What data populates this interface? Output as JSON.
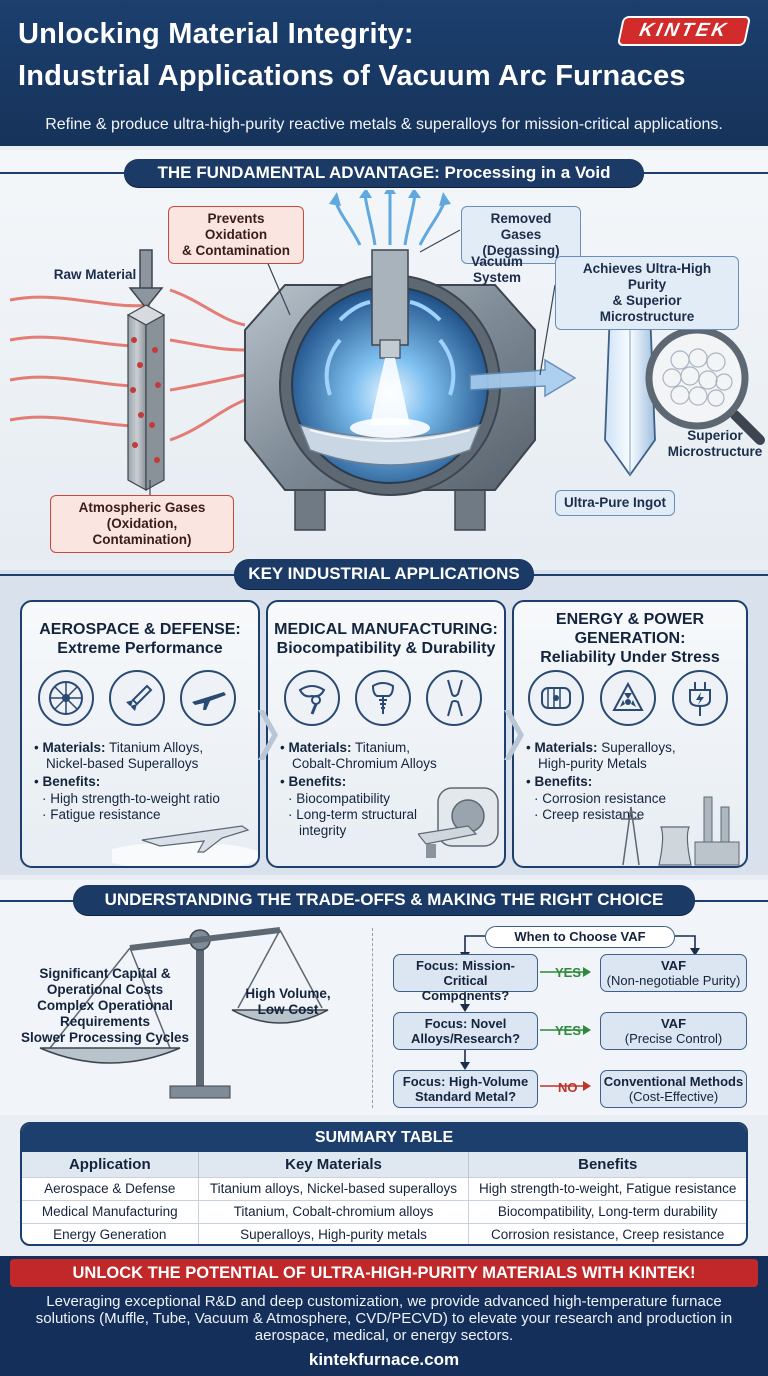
{
  "header": {
    "title_line1": "Unlocking Material Integrity:",
    "title_line2": "Industrial Applications of Vacuum Arc Furnaces",
    "brand": "KINTEK",
    "subtitle": "Refine & produce ultra-high-purity reactive metals & superalloys for mission-critical applications."
  },
  "advantage": {
    "banner": "THE FUNDAMENTAL ADVANTAGE: Processing in a Void",
    "prevents_line1": "Prevents Oxidation",
    "prevents_line2": "& Contamination",
    "removed_line1": "Removed Gases",
    "removed_line2": "(Degassing)",
    "vacuum_line1": "Vacuum",
    "vacuum_line2": "System",
    "raw_material": "Raw Material",
    "purity_line1": "Achieves Ultra-High Purity",
    "purity_line2": "& Superior Microstructure",
    "micro_line1": "Superior",
    "micro_line2": "Microstructure",
    "atmos_line1": "Atmospheric Gases",
    "atmos_line2": "(Oxidation, Contamination)",
    "ingot": "Ultra-Pure Ingot"
  },
  "applications": {
    "banner": "KEY INDUSTRIAL APPLICATIONS",
    "cards": [
      {
        "title_line1": "AEROSPACE & DEFENSE:",
        "title_line2": "Extreme Performance",
        "title_line3": "",
        "icons": [
          "turbine-icon",
          "rocket-icon",
          "jet-icon"
        ],
        "materials_label": "Materials:",
        "materials_line1": "Titanium Alloys,",
        "materials_line2": "Nickel-based Superalloys",
        "benefits_label": "Benefits:",
        "benefit1": "High strength-to-weight ratio",
        "benefit2": "Fatigue resistance",
        "benefit2b": ""
      },
      {
        "title_line1": "MEDICAL MANUFACTURING:",
        "title_line2": "Biocompatibility & Durability",
        "title_line3": "",
        "icons": [
          "hip-joint-icon",
          "dental-implant-icon",
          "knee-joint-icon"
        ],
        "materials_label": "Materials:",
        "materials_line1": "Titanium,",
        "materials_line2": "Cobalt-Chromium Alloys",
        "benefits_label": "Benefits:",
        "benefit1": "Biocompatibility",
        "benefit2": "Long-term structural",
        "benefit2b": "integrity"
      },
      {
        "title_line1": "ENERGY & POWER",
        "title_line2": "GENERATION:",
        "title_line3": "Reliability Under Stress",
        "icons": [
          "generator-icon",
          "nuclear-icon",
          "power-plug-icon"
        ],
        "materials_label": "Materials:",
        "materials_line1": "Superalloys,",
        "materials_line2": "High-purity Metals",
        "benefits_label": "Benefits:",
        "benefit1": "Corrosion resistance",
        "benefit2": "Creep resistance",
        "benefit2b": ""
      }
    ]
  },
  "tradeoffs": {
    "banner": "UNDERSTANDING THE TRADE-OFFS & MAKING THE RIGHT CHOICE",
    "cons_line1": "Significant Capital &",
    "cons_line2": "Operational Costs",
    "cons_line3": "Complex Operational",
    "cons_line4": "Requirements",
    "cons_line5": "Slower Processing Cycles",
    "alt_line1": "High Volume,",
    "alt_line2": "Low Cost",
    "flow_title": "When to Choose VAF",
    "q1_line1": "Focus: Mission-Critical",
    "q1_line2": "Components?",
    "a1_link": "YES",
    "r1_line1": "VAF",
    "r1_line2": "(Non-negotiable Purity)",
    "q2_line1": "Focus: Novel",
    "q2_line2": "Alloys/Research?",
    "a2_link": "YES",
    "r2_line1": "VAF",
    "r2_line2": "(Precise Control)",
    "q3_line1": "Focus: High-Volume",
    "q3_line2": "Standard Metal?",
    "a3_link": "NO",
    "r3_line1": "Conventional Methods",
    "r3_line2": "(Cost-Effective)"
  },
  "summary_table": {
    "title": "SUMMARY TABLE",
    "headers": [
      "Application",
      "Key Materials",
      "Benefits"
    ],
    "rows": [
      [
        "Aerospace & Defense",
        "Titanium alloys, Nickel-based superalloys",
        "High strength-to-weight, Fatigue resistance"
      ],
      [
        "Medical Manufacturing",
        "Titanium, Cobalt-chromium alloys",
        "Biocompatibility, Long-term durability"
      ],
      [
        "Energy Generation",
        "Superalloys, High-purity metals",
        "Corrosion resistance, Creep resistance"
      ]
    ]
  },
  "footer": {
    "cta": "UNLOCK THE POTENTIAL OF ULTRA-HIGH-PURITY MATERIALS WITH KINTEK!",
    "text_line1": "Leveraging exceptional R&D and deep customization, we provide advanced high-temperature furnace",
    "text_line2": "solutions (Muffle, Tube, Vacuum & Atmosphere, CVD/PECVD) to elevate your research and production in",
    "text_line3": "aerospace, medical, or energy sectors.",
    "url": "kintekfurnace.com"
  },
  "colors": {
    "navy": "#1c3f6e",
    "accent_red": "#c0282a",
    "yes_green": "#2e8a3a",
    "no_red": "#c0342a"
  }
}
